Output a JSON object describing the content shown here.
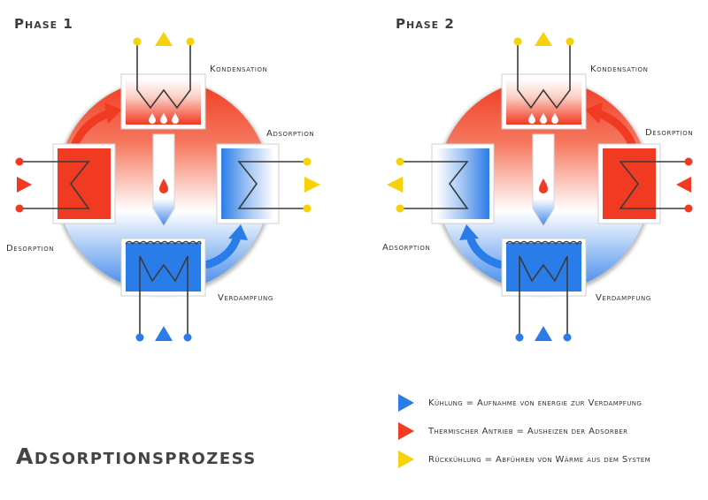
{
  "title": "Adsorptionsprozess",
  "colors": {
    "hot": "#f03a21",
    "cold": "#2a7de8",
    "yellow": "#f7d20a",
    "line": "#3b3b3b"
  },
  "phase1": {
    "title": "Phase 1",
    "labels": {
      "condensation": "Kondensation",
      "adsorption": "Adsorption",
      "desorption": "Desorption",
      "evaporation": "Verdampfung"
    }
  },
  "phase2": {
    "title": "Phase 2",
    "labels": {
      "condensation": "Kondensation",
      "desorption": "Desorption",
      "adsorption": "Adsorption",
      "evaporation": "Verdampfung"
    }
  },
  "legend": [
    {
      "color": "blue",
      "text": "Kühlung = Aufnahme von energie zur Verdampfung"
    },
    {
      "color": "red",
      "text": "Thermischer Antrieb = Ausheizen der Adsorber"
    },
    {
      "color": "yellow",
      "text": "Rückkühlung = Abführen von Wärme aus dem System"
    }
  ]
}
